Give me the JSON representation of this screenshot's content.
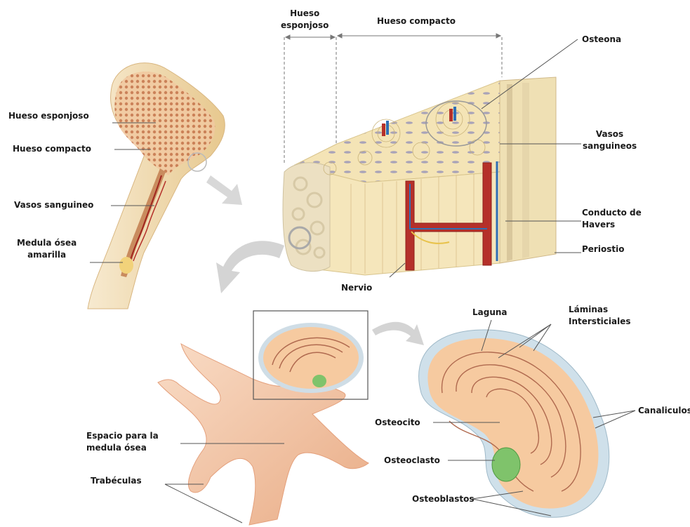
{
  "labels": {
    "hueso_esponjoso_top": "Hueso\nesponjoso",
    "hueso_compacto_top": "Hueso compacto",
    "osteona": "Osteona",
    "vasos_sanguineos": "Vasos\nsanguineos",
    "conducto_havers": "Conducto de\nHavers",
    "periostio": "Periostio",
    "nervio": "Nervio",
    "hueso_esponjoso_left": "Hueso esponjoso",
    "hueso_compacto_left": "Hueso compacto",
    "vasos_sanguineo_left": "Vasos sanguineo",
    "medula_amarilla": "Medula ósea\namarilla",
    "laguna": "Laguna",
    "laminas": "Láminas\nIntersticiales",
    "canaliculos": "Canaliculos",
    "osteocito": "Osteocito",
    "osteoclasto": "Osteoclasto",
    "osteoblastos": "Osteoblastos",
    "espacio_medula": "Espacio para la\nmedula ósea",
    "trabeculas": "Trabéculas"
  },
  "colors": {
    "bone": "#f3dfa8",
    "spongy": "#e9b88a",
    "marrow_red": "#b5302a",
    "vessel_blue": "#2f6fb5",
    "osteon_ring": "#f4c89a",
    "lamella_line": "#b06a4f",
    "periosteum_cell": "#bcd3e0",
    "osteoclast": "#7fc36b",
    "trabecula": "#f2c4a2",
    "leader": "#555555"
  }
}
